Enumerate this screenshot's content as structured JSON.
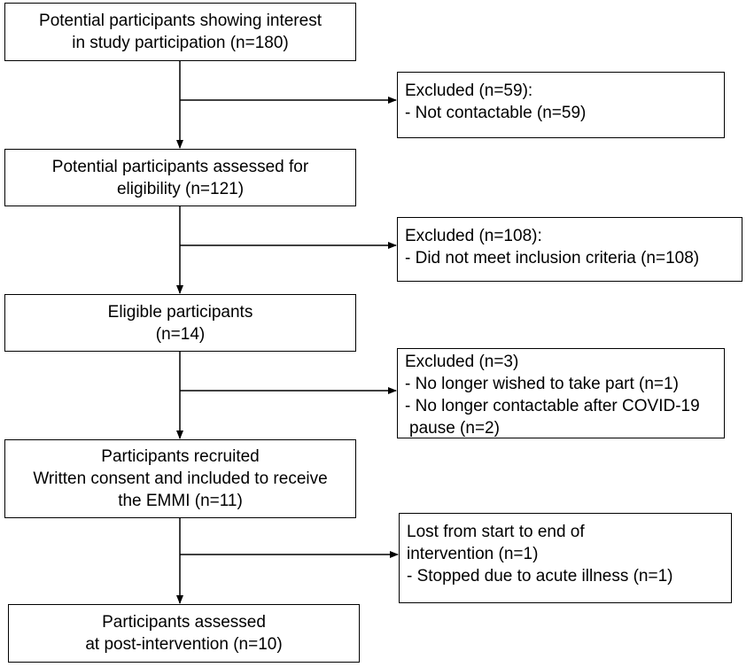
{
  "main_boxes": [
    {
      "lines": [
        "Potential participants showing interest",
        "in study participation (n=180)"
      ]
    },
    {
      "lines": [
        "Potential participants assessed for",
        "eligibility (n=121)"
      ]
    },
    {
      "lines": [
        "Eligible participants",
        "(n=14)"
      ]
    },
    {
      "lines": [
        "Participants recruited",
        "Written consent and included to receive",
        "the EMMI (n=11)"
      ]
    },
    {
      "lines": [
        "Participants assessed",
        "at post-intervention (n=10)"
      ]
    }
  ],
  "side_boxes": [
    {
      "lines": [
        "Excluded (n=59):",
        "- Not contactable (n=59)"
      ]
    },
    {
      "lines": [
        "Excluded (n=108):",
        "- Did not meet inclusion criteria (n=108)"
      ]
    },
    {
      "lines": [
        "Excluded (n=3)",
        "- No longer wished to take part (n=1)",
        "- No longer contactable after COVID-19",
        " pause (n=2)"
      ]
    },
    {
      "lines": [
        "Lost from start to end of",
        "intervention (n=1)",
        "- Stopped due to acute illness (n=1)"
      ]
    }
  ]
}
